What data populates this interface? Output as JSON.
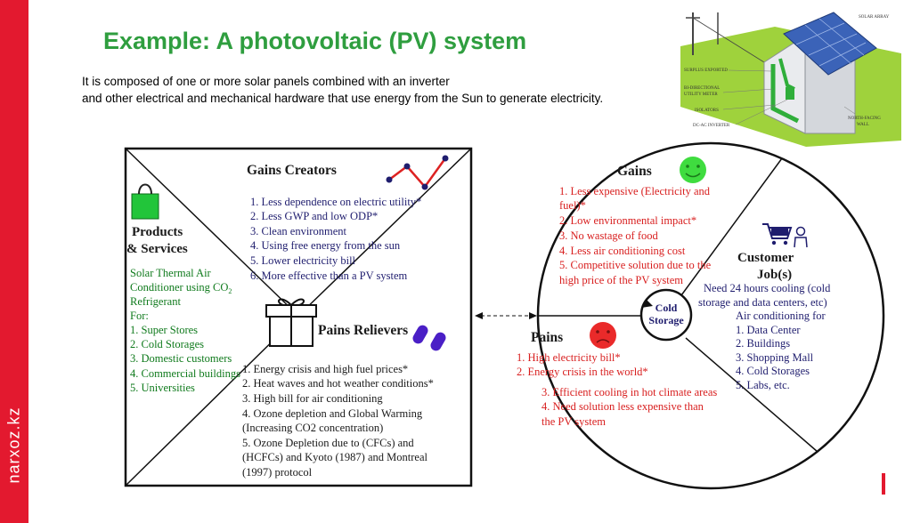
{
  "slide": {
    "side_label": "narxoz.kz",
    "title": "Example: A photovoltaic (PV) system",
    "subtitle_line1": "It is composed of one or more solar panels combined with an inverter",
    "subtitle_line2": "and other electrical and mechanical hardware that use energy from the Sun to generate electricity."
  },
  "colors": {
    "accent": "#e3192f",
    "title_green": "#2f9e3f",
    "list_green": "#0f7a1c",
    "list_red": "#d81e1e",
    "navy": "#1f1d6e"
  },
  "house_illustration": {
    "labels": [
      "SOLAR ARRAY",
      "SURPLUS EXPORTED",
      "BI-DIRECTIONAL",
      "UTILITY METER",
      "ISOLATORS",
      "DC-AC INVERTER",
      "NORTH-FACING",
      "WALL"
    ]
  },
  "value_map": {
    "gains_creators": {
      "title": "Gains  Creators",
      "items": [
        "1. Less dependence on electric utility*",
        "2. Less GWP and low ODP*",
        "3. Clean environment",
        "4. Using free energy from the sun",
        "5. Lower electricity bill",
        "6. More effective than a PV system"
      ]
    },
    "products_services": {
      "title_line1": "Products",
      "title_line2": "& Services",
      "lines": [
        "Solar Thermal Air",
        "Conditioner using CO",
        "Refrigerant",
        "For:",
        "1. Super Stores",
        "2. Cold Storages",
        "3. Domestic customers",
        "4. Commercial buildings",
        "5. Universities"
      ],
      "co2_subscript": "2"
    },
    "pains_relievers": {
      "title": "Pains Relievers",
      "items": [
        "1. Energy crisis and high fuel prices*",
        "2. Heat waves and hot weather conditions*",
        "3. High bill for air conditioning",
        "4. Ozone depletion and Global Warming",
        "(Increasing CO2 concentration)",
        "5. Ozone Depletion due to  (CFCs) and",
        "(HCFCs) and  Kyoto (1987) and Montreal",
        "(1997) protocol"
      ]
    }
  },
  "customer_profile": {
    "gains": {
      "title": "Gains",
      "items": [
        "1. Less expensive (Electricity and",
        "fuel)*",
        "2. Low environmental impact*",
        "3. No wastage of food",
        "4. Less air conditioning cost",
        "5. Competitive solution due to the",
        "high price of the PV system"
      ]
    },
    "customer_jobs": {
      "title_line1": "Customer",
      "title_line2": "Job(s)",
      "lines": [
        "Need 24 hours cooling (cold",
        "storage and data centers, etc)",
        "Air conditioning for",
        "1. Data Center",
        "2. Buildings",
        "3. Shopping Mall",
        "4. Cold Storages",
        "5. Labs, etc."
      ]
    },
    "pains": {
      "title": "Pains",
      "items": [
        "1. High electricity bill*",
        "2. Energy crisis in the world*",
        "3. Efficient cooling in hot climate areas",
        "4. Need solution less expensive than",
        "the PV system"
      ]
    },
    "center_label_line1": "Cold",
    "center_label_line2": "Storage"
  }
}
